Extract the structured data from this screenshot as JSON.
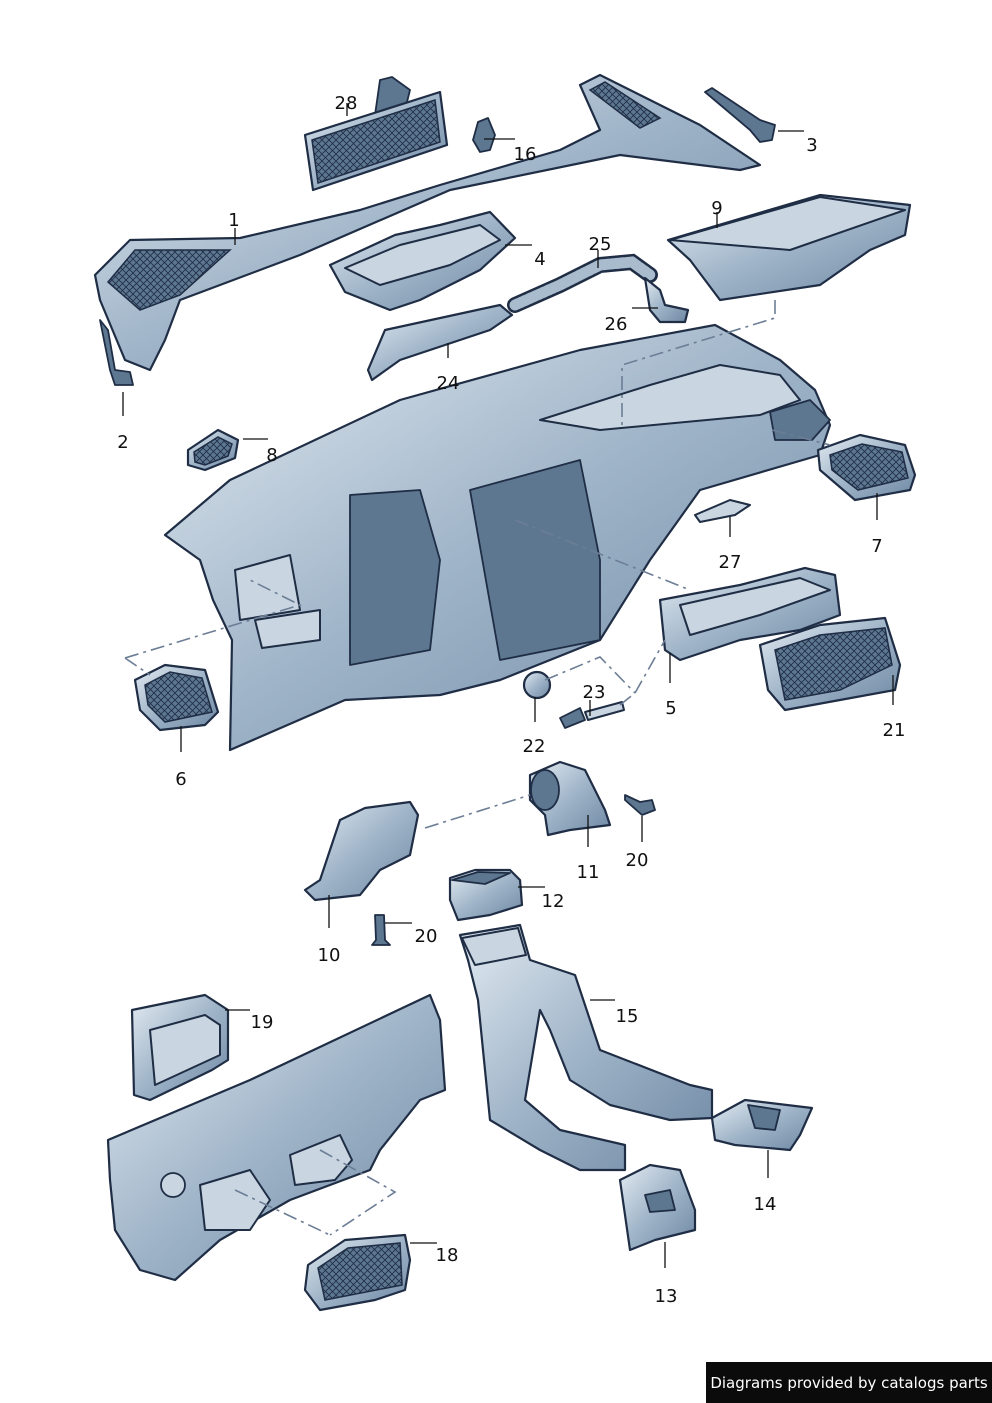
{
  "parts": [
    {
      "id": "1",
      "name": "part-1-upper-trim"
    },
    {
      "id": "2",
      "name": "part-2-side-clip"
    },
    {
      "id": "3",
      "name": "part-3-side-clip"
    },
    {
      "id": "4",
      "name": "part-4-defroster-duct"
    },
    {
      "id": "5",
      "name": "part-5-vent-housing"
    },
    {
      "id": "6",
      "name": "part-6-left-vent"
    },
    {
      "id": "7",
      "name": "part-7-right-vent"
    },
    {
      "id": "8",
      "name": "part-8-side-vent"
    },
    {
      "id": "9",
      "name": "part-9-glovebox-airbag"
    },
    {
      "id": "10",
      "name": "part-10-footwell-duct"
    },
    {
      "id": "11",
      "name": "part-11-duct-elbow"
    },
    {
      "id": "12",
      "name": "part-12-duct-connector"
    },
    {
      "id": "13",
      "name": "part-13-rear-outlet"
    },
    {
      "id": "14",
      "name": "part-14-rear-outlet"
    },
    {
      "id": "15",
      "name": "part-15-rear-duct"
    },
    {
      "id": "16",
      "name": "part-16-clip"
    },
    {
      "id": "18",
      "name": "part-18-rear-vent"
    },
    {
      "id": "19",
      "name": "part-19-bracket"
    },
    {
      "id": "20",
      "name": "part-20-screw"
    },
    {
      "id": "20",
      "name": "part-20-screw-b"
    },
    {
      "id": "21",
      "name": "part-21-center-vent"
    },
    {
      "id": "22",
      "name": "part-22-cap"
    },
    {
      "id": "23",
      "name": "part-23-sensor"
    },
    {
      "id": "24",
      "name": "part-24-cover"
    },
    {
      "id": "25",
      "name": "part-25-hose"
    },
    {
      "id": "26",
      "name": "part-26-hose-end"
    },
    {
      "id": "27",
      "name": "part-27-seal"
    },
    {
      "id": "28",
      "name": "part-28-speaker-grille"
    }
  ],
  "credit": "Diagrams provided by catalogs parts"
}
